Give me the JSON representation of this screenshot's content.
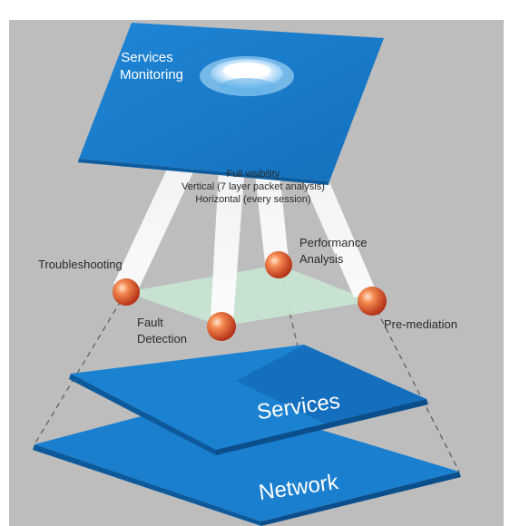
{
  "top_layer": {
    "line1": "Services",
    "line2": "Monitoring"
  },
  "visibility": {
    "line1": "Full visibility",
    "line2": "Vertical (7 layer packet analysis)",
    "line3": "Horizontal (every session)"
  },
  "functions": {
    "troubleshooting": "Troubleshooting",
    "fault_line1": "Fault",
    "fault_line2": "Detection",
    "performance_line1": "Performance",
    "performance_line2": "Analysis",
    "premediation": "Pre-mediation"
  },
  "layers": {
    "services": "Services",
    "network": "Network"
  },
  "colors": {
    "panel_background": "#bdbdbd",
    "layer_blue": "#1b7fcf",
    "layer_blue_dark": "#0e5ea6",
    "beam": "#ececec",
    "sphere": "#e8603c",
    "green_plane": "#c9e6d3"
  }
}
